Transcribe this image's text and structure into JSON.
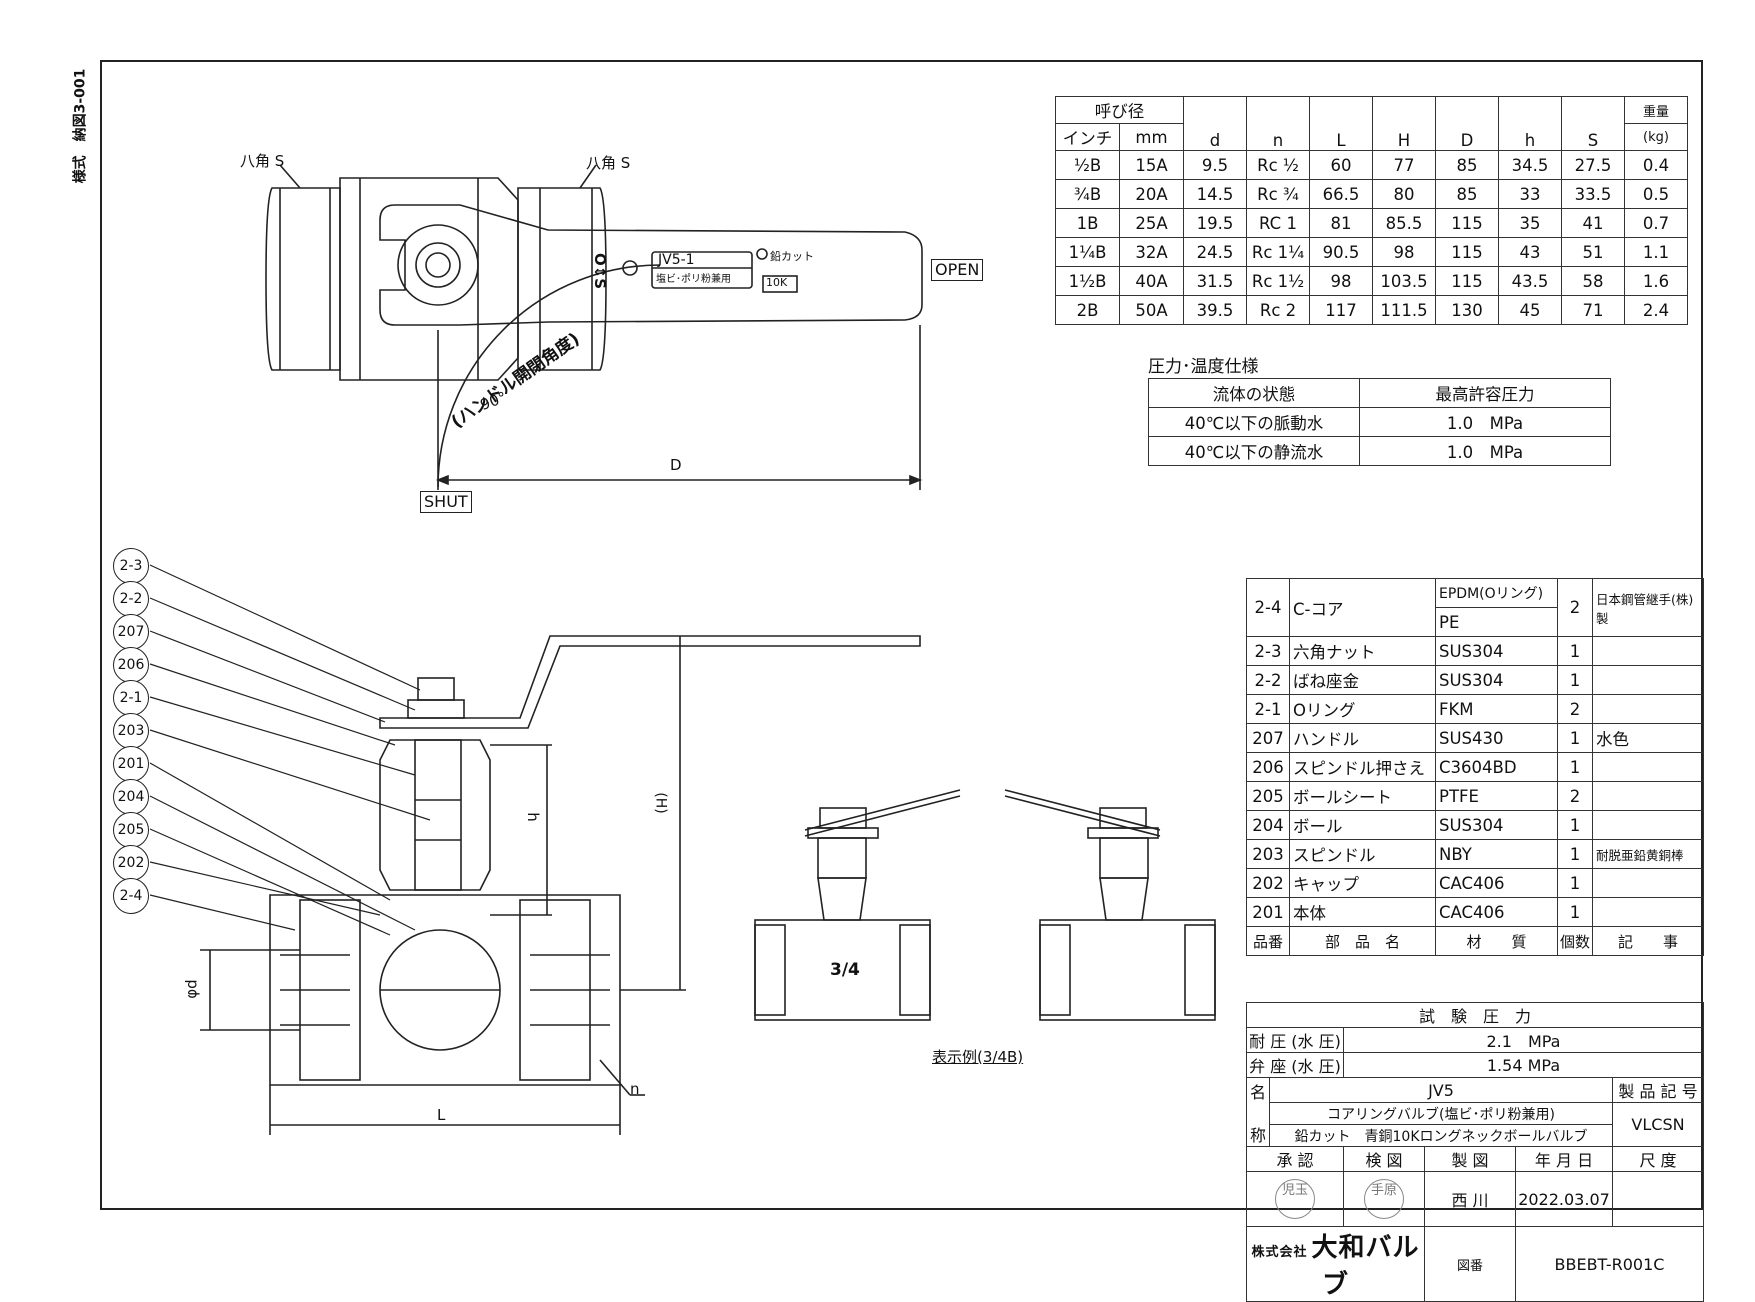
{
  "sheet_code": "様式　納図3-001",
  "dim_table": {
    "group_header": "呼び径",
    "weight_header": "重量",
    "sub_headers": [
      "インチ",
      "mm",
      "d",
      "n",
      "L",
      "H",
      "D",
      "h",
      "S",
      "(kg)"
    ],
    "rows": [
      [
        "½B",
        "15A",
        "9.5",
        "Rc ½",
        "60",
        "77",
        "85",
        "34.5",
        "27.5",
        "0.4"
      ],
      [
        "¾B",
        "20A",
        "14.5",
        "Rc ¾",
        "66.5",
        "80",
        "85",
        "33",
        "33.5",
        "0.5"
      ],
      [
        "1B",
        "25A",
        "19.5",
        "RC 1",
        "81",
        "85.5",
        "115",
        "35",
        "41",
        "0.7"
      ],
      [
        "1¼B",
        "32A",
        "24.5",
        "Rc 1¼",
        "90.5",
        "98",
        "115",
        "43",
        "51",
        "1.1"
      ],
      [
        "1½B",
        "40A",
        "31.5",
        "Rc 1½",
        "98",
        "103.5",
        "115",
        "43.5",
        "58",
        "1.6"
      ],
      [
        "2B",
        "50A",
        "39.5",
        "Rc 2",
        "117",
        "111.5",
        "130",
        "45",
        "71",
        "2.4"
      ]
    ]
  },
  "pressure_spec": {
    "title": "圧力･温度仕様",
    "headers": [
      "流体の状態",
      "最高許容圧力"
    ],
    "rows": [
      [
        "40℃以下の脈動水",
        "1.0　MPa"
      ],
      [
        "40℃以下の静流水",
        "1.0　MPa"
      ]
    ]
  },
  "parts_table": {
    "core": {
      "no": "2-4",
      "name": "C-コア",
      "mat1": "EPDM(Oリング)",
      "mat2": "PE",
      "qty": "2",
      "note": "日本鋼管継手(株)製"
    },
    "rows": [
      {
        "no": "2-3",
        "name": "六角ナット",
        "mat": "SUS304",
        "qty": "1",
        "note": ""
      },
      {
        "no": "2-2",
        "name": "ばね座金",
        "mat": "SUS304",
        "qty": "1",
        "note": ""
      },
      {
        "no": "2-1",
        "name": "Oリング",
        "mat": "FKM",
        "qty": "2",
        "note": ""
      },
      {
        "no": "207",
        "name": "ハンドル",
        "mat": "SUS430",
        "qty": "1",
        "note": "水色"
      },
      {
        "no": "206",
        "name": "スピンドル押さえ",
        "mat": "C3604BD",
        "qty": "1",
        "note": ""
      },
      {
        "no": "205",
        "name": "ボールシート",
        "mat": "PTFE",
        "qty": "2",
        "note": ""
      },
      {
        "no": "204",
        "name": "ボール",
        "mat": "SUS304",
        "qty": "1",
        "note": ""
      },
      {
        "no": "203",
        "name": "スピンドル",
        "mat": "NBY",
        "qty": "1",
        "note": "耐脱亜鉛黄銅棒"
      },
      {
        "no": "202",
        "name": "キャップ",
        "mat": "CAC406",
        "qty": "1",
        "note": ""
      },
      {
        "no": "201",
        "name": "本体",
        "mat": "CAC406",
        "qty": "1",
        "note": ""
      }
    ],
    "headers": [
      "品番",
      "部　品　名",
      "材　　質",
      "個数",
      "記　　事"
    ]
  },
  "title_block": {
    "test_header": "試　験　圧　力",
    "test_rows": [
      [
        "耐 圧 (水 圧)",
        "2.1　MPa"
      ],
      [
        "弁 座 (水 圧)",
        "1.54 MPa"
      ]
    ],
    "name_label_1": "名",
    "name_label_2": "称",
    "name_lines": [
      "JV5",
      "コアリングバルブ(塩ビ･ポリ粉兼用)",
      "鉛カット　青銅10Kロングネックボールバルブ"
    ],
    "product_code_label": "製 品 記 号",
    "product_code": "VLCSN",
    "sign_headers": [
      "承 認",
      "検 図",
      "製 図",
      "年 月 日",
      "尺 度"
    ],
    "stamp_1": "児玉",
    "stamp_2": "手原",
    "drafter": "西 川",
    "date": "2022.03.07",
    "drawing_no_label": "図番",
    "drawing_no": "BBEBT-R001C",
    "company_prefix": "株式会社",
    "company": "大和バルブ"
  },
  "drawing_labels": {
    "hex_left": "八角 S",
    "hex_right": "八角 S",
    "open": "OPEN",
    "shut": "SHUT",
    "angle": "90°",
    "angle_note": "(ハンドル開閉角度)",
    "dim_D": "D",
    "dim_h": "h",
    "dim_H": "(H)",
    "dim_d": "φd",
    "dim_L": "L",
    "dim_n": "n",
    "plate_model": "JV5-1",
    "plate_sub": "塩ビ･ポリ粉兼用",
    "plate_lead": "鉛カット",
    "plate_10k": "10K",
    "os_text": "O⇕S",
    "size_mark": "3/4",
    "example_caption": "表示例(3/4B)"
  },
  "callouts": [
    "2-3",
    "2-2",
    "207",
    "206",
    "2-1",
    "203",
    "201",
    "204",
    "205",
    "202",
    "2-4"
  ]
}
